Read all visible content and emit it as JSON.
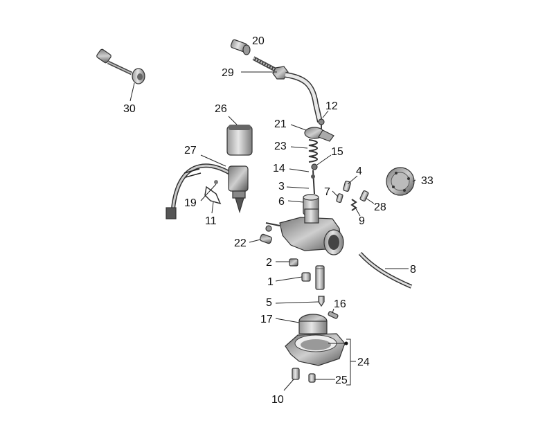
{
  "diagram": {
    "callouts": [
      {
        "id": "c20",
        "text": "20"
      },
      {
        "id": "c29",
        "text": "29"
      },
      {
        "id": "c30",
        "text": "30"
      },
      {
        "id": "c26",
        "text": "26"
      },
      {
        "id": "c12",
        "text": "12"
      },
      {
        "id": "c21",
        "text": "21"
      },
      {
        "id": "c23",
        "text": "23"
      },
      {
        "id": "c15",
        "text": "15"
      },
      {
        "id": "c27",
        "text": "27"
      },
      {
        "id": "c14",
        "text": "14"
      },
      {
        "id": "c4",
        "text": "4"
      },
      {
        "id": "c3",
        "text": "3"
      },
      {
        "id": "c7",
        "text": "7"
      },
      {
        "id": "c33",
        "text": "33"
      },
      {
        "id": "c6",
        "text": "6"
      },
      {
        "id": "c28",
        "text": "28"
      },
      {
        "id": "c19",
        "text": "19"
      },
      {
        "id": "c11",
        "text": "11"
      },
      {
        "id": "c9",
        "text": "9"
      },
      {
        "id": "c22",
        "text": "22"
      },
      {
        "id": "c2",
        "text": "2"
      },
      {
        "id": "c8",
        "text": "8"
      },
      {
        "id": "c1",
        "text": "1"
      },
      {
        "id": "c5",
        "text": "5"
      },
      {
        "id": "c16",
        "text": "16"
      },
      {
        "id": "c17",
        "text": "17"
      },
      {
        "id": "c24",
        "text": "24"
      },
      {
        "id": "c25",
        "text": "25"
      },
      {
        "id": "c10",
        "text": "10"
      }
    ]
  }
}
